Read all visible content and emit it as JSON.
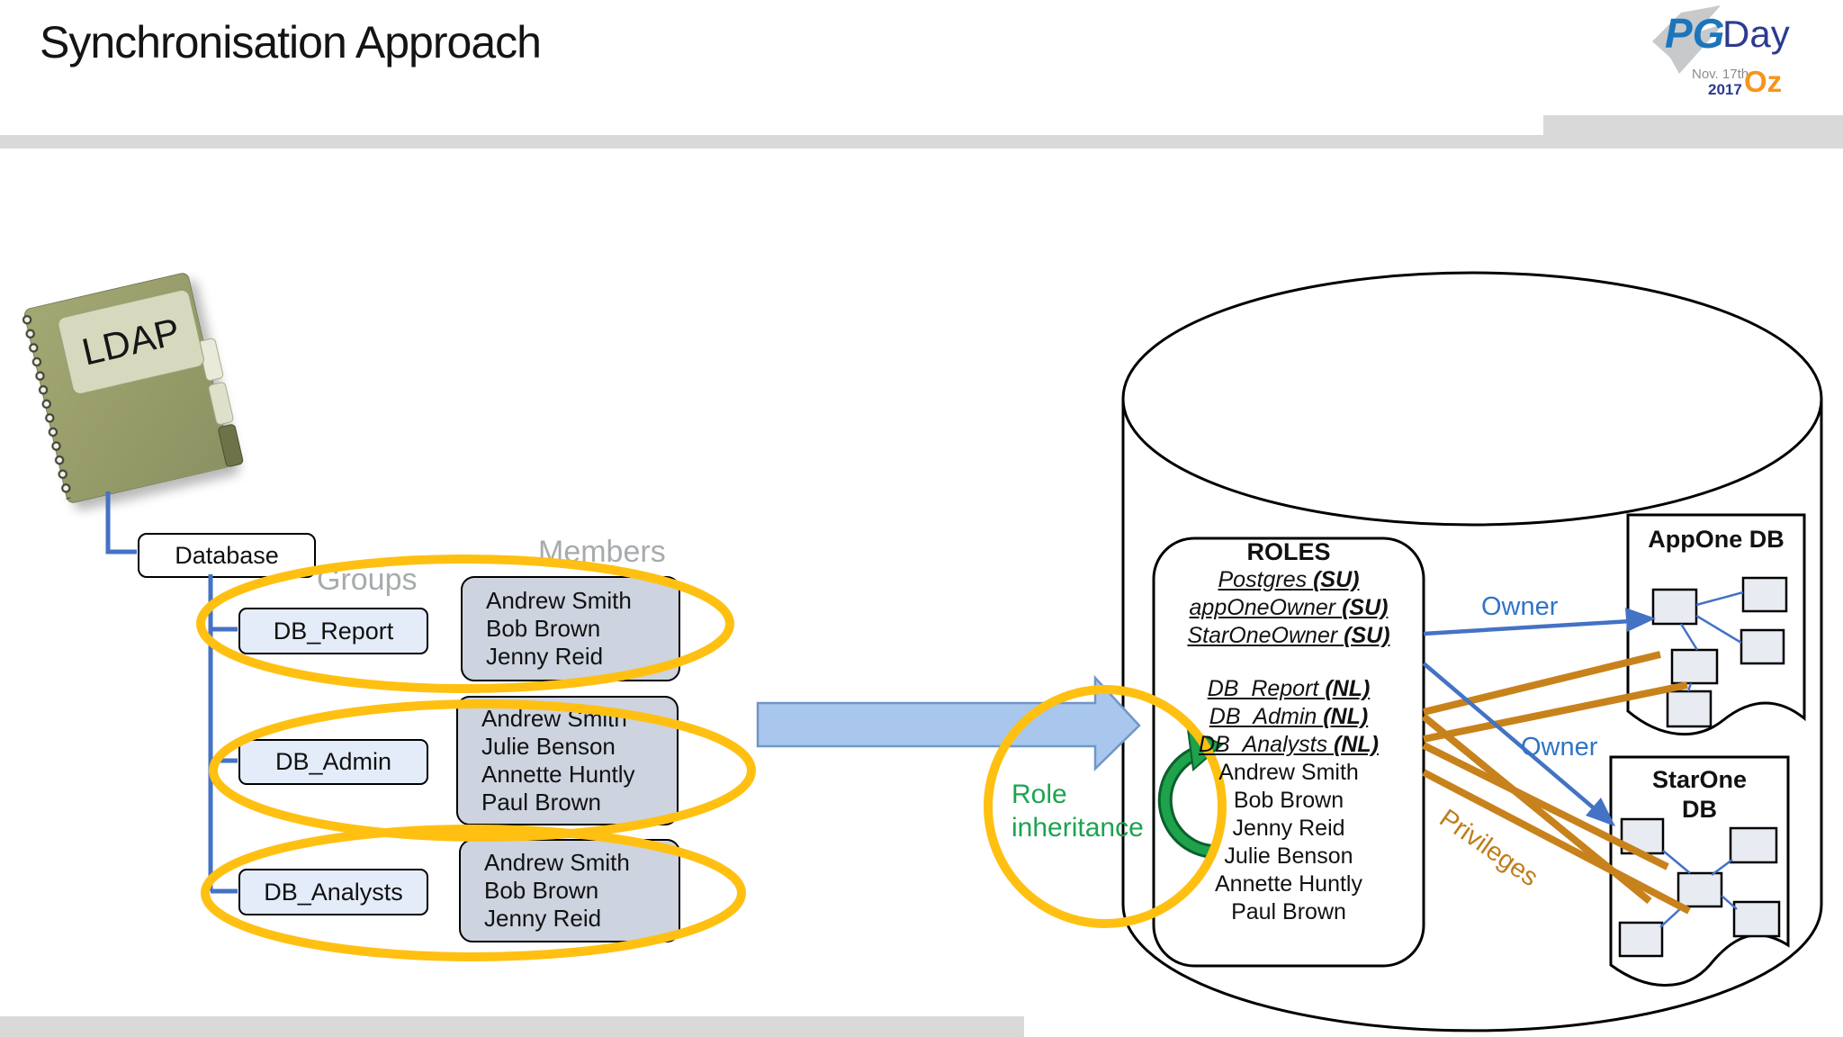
{
  "title": "Synchronisation Approach",
  "logo": {
    "pg": "PG",
    "day": "Day",
    "date_line": "Nov. 17th",
    "year": "2017",
    "oz": "Oz"
  },
  "ldap": {
    "label": "LDAP"
  },
  "tree": {
    "root": "Database",
    "groups_label": "Groups",
    "members_label": "Members",
    "groups": [
      {
        "name": "DB_Report",
        "members": [
          "Andrew Smith",
          "Bob Brown",
          "Jenny Reid"
        ]
      },
      {
        "name": "DB_Admin",
        "members": [
          "Andrew Smith",
          "Julie Benson",
          "Annette Huntly",
          "Paul Brown"
        ]
      },
      {
        "name": "DB_Analysts",
        "members": [
          "Andrew Smith",
          "Bob Brown",
          "Jenny Reid"
        ]
      }
    ]
  },
  "database": {
    "roles_title": "ROLES",
    "su_roles": [
      {
        "name": "Postgres",
        "tag": "(SU)"
      },
      {
        "name": "appOneOwner",
        "tag": "(SU)"
      },
      {
        "name": "StarOneOwner",
        "tag": "(SU)"
      }
    ],
    "nl_roles": [
      {
        "name": "DB_Report",
        "tag": "(NL)"
      },
      {
        "name": "DB_Admin",
        "tag": "(NL)"
      },
      {
        "name": "DB_Analysts",
        "tag": "(NL)"
      }
    ],
    "role_members": [
      "Andrew Smith",
      "Bob Brown",
      "Jenny Reid",
      "Julie Benson",
      "Annette Huntly",
      "Paul Brown"
    ],
    "appone_title": "AppOne DB",
    "starone_line1": "StarOne",
    "starone_line2": "DB"
  },
  "annotations": {
    "owner_appone": "Owner",
    "owner_starone": "Owner",
    "privileges": "Privileges",
    "role_inheritance_line1": "Role",
    "role_inheritance_line2": "inheritance"
  },
  "colors": {
    "highlight_yellow": "#ffc012",
    "privileges_orange": "#c8821c",
    "connector_blue": "#4472c4",
    "sync_arrow_fill": "#a9c7ec",
    "inheritance_green": "#1ca351",
    "member_box_fill": "#cdd3df",
    "group_box_fill": "#e3ecf8",
    "gray_bar": "#d9d9d9"
  }
}
